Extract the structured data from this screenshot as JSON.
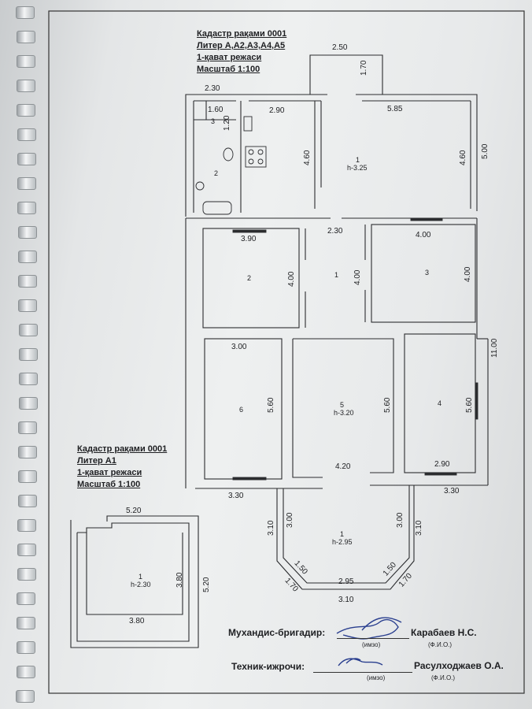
{
  "title_main": {
    "line1": "Кадастр рақами 0001",
    "line2": "Литер А,А2,А3,А4,А5",
    "line3": "1-қават режаси",
    "line4": "Масштаб 1:100"
  },
  "title_a1": {
    "line1": "Кадастр рақами 0001",
    "line2": "Литер А1",
    "line3": "1-қават режаси",
    "line4": "Масштаб 1:100"
  },
  "main_plan": {
    "dims": {
      "top_ext_w": "2.50",
      "top_ext_h": "1.70",
      "kitchen_w_top": "2.30",
      "room3_w": "1.60",
      "room3_h": "1.20",
      "kitchen_w": "2.90",
      "kitchen_h": "4.60",
      "hall1_w": "5.85",
      "hall1_h": "4.60",
      "overall_right_top": "5.00",
      "corridor_w": "2.30",
      "room2_w": "3.90",
      "room2_h": "4.00",
      "room1_h": "4.00",
      "room3b_w": "4.00",
      "room3b_h": "4.00",
      "overall_right": "11.00",
      "room6_w": "3.00",
      "room6_h": "5.60",
      "room5_h": "5.60",
      "room5_w": "4.20",
      "room4_h": "5.60",
      "room4_w": "2.90",
      "bottom_left": "3.30",
      "bottom_right": "3.30",
      "bay_left_outer": "3.10",
      "bay_left_inner": "3.00",
      "bay_right_inner": "3.00",
      "bay_right_outer": "3.10",
      "bay_diag_left_inner": "1.50",
      "bay_diag_left_outer": "1.70",
      "bay_diag_right_inner": "1.50",
      "bay_diag_right_outer": "1.70",
      "bay_inner_bottom": "2.95",
      "bay_outer_bottom": "3.10"
    },
    "rooms": {
      "r_upper_1": "1",
      "r_upper_1_h": "h-3.25",
      "r_kitchen_2": "2",
      "r_bath_3": "3",
      "r_room_2": "2",
      "r_corridor_1": "1",
      "r_room_3": "3",
      "r_room_6": "6",
      "r_room_5": "5",
      "r_room_5_h": "h-3.20",
      "r_room_4": "4",
      "r_bay_1": "1",
      "r_bay_1_h": "h-2.95"
    }
  },
  "a1_plan": {
    "dims": {
      "top": "5.20",
      "right": "5.20",
      "inner_h": "3.80",
      "bottom": "3.80"
    },
    "room": "1",
    "room_h": "h-2.30"
  },
  "signatures": {
    "engineer_label": "Мухандис-бригадир:",
    "engineer_name": "Карабаев Н.С.",
    "technician_label": "Техник-ижрочи:",
    "technician_name": "Расулходжаев О.А.",
    "sign_caption": "(имзо)",
    "name_caption": "(Ф.И.О.)"
  },
  "colors": {
    "ink": "#1e1f22",
    "paper": "#eef0f0",
    "signature_ink": "#2a3f8f"
  }
}
